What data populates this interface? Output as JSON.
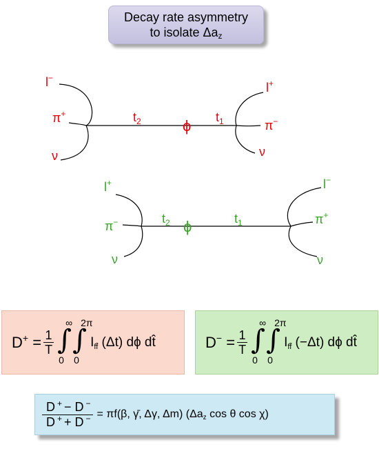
{
  "title": {
    "line1": "Decay rate asymmetry",
    "line2": "to isolate Δa",
    "line2_sub": "z"
  },
  "colors": {
    "top_diagram": "#e8000a",
    "bottom_diagram": "#3aa32a",
    "dplus_box": "#fbd9cc",
    "dminus_box": "#cfedc2",
    "asym_box": "#cde9f4",
    "title_box": "#cfcce7"
  },
  "top_diagram": {
    "left_labels": {
      "lepton": "l",
      "lepton_sup": "−",
      "pion": "π",
      "pion_sup": "+",
      "nu": "ν"
    },
    "right_labels": {
      "lepton": "l",
      "lepton_sup": "+",
      "pion": "π",
      "pion_sup": "−",
      "nu": "ν"
    },
    "t_left": "t",
    "t_left_sub": "2",
    "phi": "ϕ",
    "t_right": "t",
    "t_right_sub": "1"
  },
  "bottom_diagram": {
    "left_labels": {
      "lepton": "l",
      "lepton_sup": "+",
      "pion": "π",
      "pion_sup": "−",
      "nu": "ν"
    },
    "right_labels": {
      "lepton": "l",
      "lepton_sup": "−",
      "pion": "π",
      "pion_sup": "+",
      "nu": "ν"
    },
    "t_left": "t",
    "t_left_sub": "2",
    "phi": "ϕ",
    "t_right": "t",
    "t_right_sub": "1"
  },
  "dplus": {
    "lhs": "D",
    "lhs_sup": "+",
    "eq": "=",
    "frac_num": "1",
    "frac_den": "T",
    "int1_upper": "∞",
    "int1_lower": "0",
    "int2_upper": "2π",
    "int2_lower": "0",
    "integrand": "I",
    "integrand_sub": "ff̄",
    "arg": "(Δt) dϕ dt̂"
  },
  "dminus": {
    "lhs": "D",
    "lhs_sup": "−",
    "eq": "=",
    "frac_num": "1",
    "frac_den": "T",
    "int1_upper": "∞",
    "int1_lower": "0",
    "int2_upper": "2π",
    "int2_lower": "0",
    "integrand": "I",
    "integrand_sub": "ff̄",
    "arg": "(−Δt) dϕ dt̂"
  },
  "asymmetry": {
    "num_a": "D",
    "num_a_sup": "+",
    "num_op": "− D",
    "num_b_sup": "−",
    "den_a": "D",
    "den_a_sup": "+",
    "den_op": "+ D",
    "den_b_sup": "−",
    "rhs_1": "= πf(β, γ̄, Δγ, Δm) (Δa",
    "rhs_sub": "z",
    "rhs_2": " cos θ cos χ)"
  }
}
